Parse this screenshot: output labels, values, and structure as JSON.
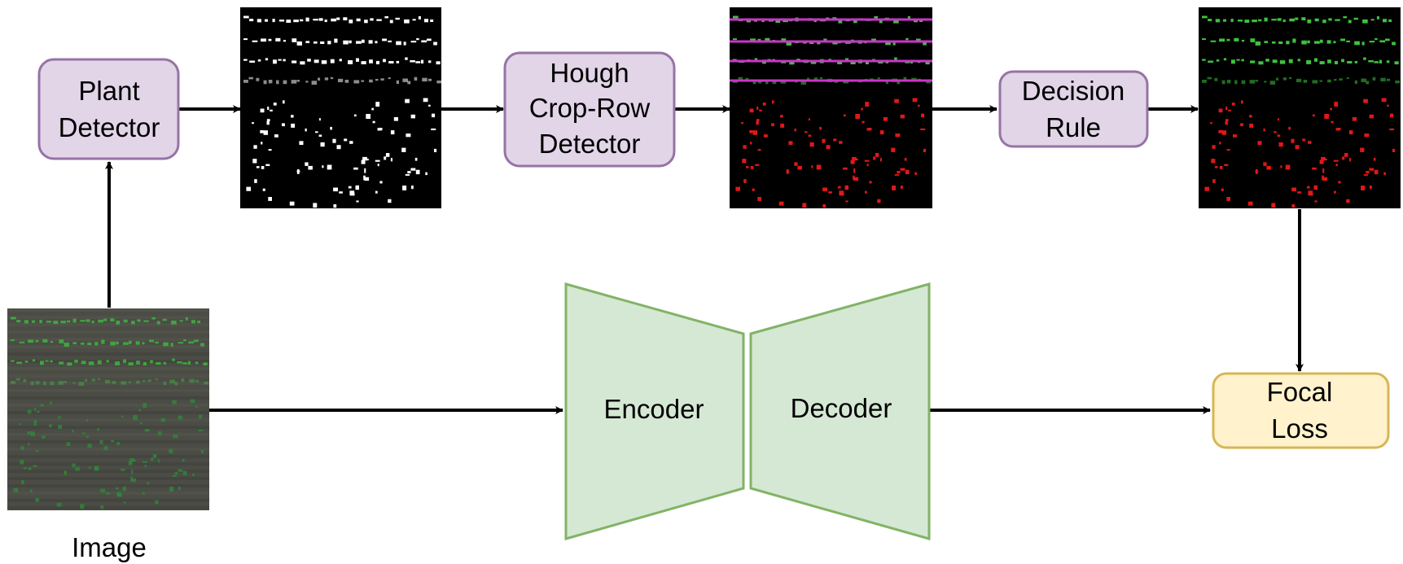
{
  "nodes": {
    "plant_detector": [
      "Plant",
      "Detector"
    ],
    "hough": [
      "Hough",
      "Crop-Row",
      "Detector"
    ],
    "decision_rule": [
      "Decision",
      "Rule"
    ],
    "focal_loss": [
      "Focal",
      "Loss"
    ],
    "encoder": "Encoder",
    "decoder": "Decoder",
    "image_caption": "Image"
  },
  "colors": {
    "process_fill": "#e1d5e7",
    "process_stroke": "#9673a6",
    "network_fill": "#d5e8d4",
    "network_stroke": "#82b366",
    "loss_fill": "#fff2cc",
    "loss_stroke": "#d6b656",
    "plant": "#3ec23e",
    "weed": "#e01818",
    "crop_line": "#cc33cc",
    "mask": "#ffffff",
    "field": "#4a4c45"
  },
  "edges": [
    [
      "image",
      "plant_detector"
    ],
    [
      "plant_detector",
      "plant_mask"
    ],
    [
      "plant_mask",
      "hough"
    ],
    [
      "hough",
      "crop_row_map"
    ],
    [
      "crop_row_map",
      "decision_rule"
    ],
    [
      "decision_rule",
      "pseudo_label"
    ],
    [
      "pseudo_label",
      "focal_loss"
    ],
    [
      "image",
      "encoder"
    ],
    [
      "decoder",
      "focal_loss"
    ]
  ]
}
